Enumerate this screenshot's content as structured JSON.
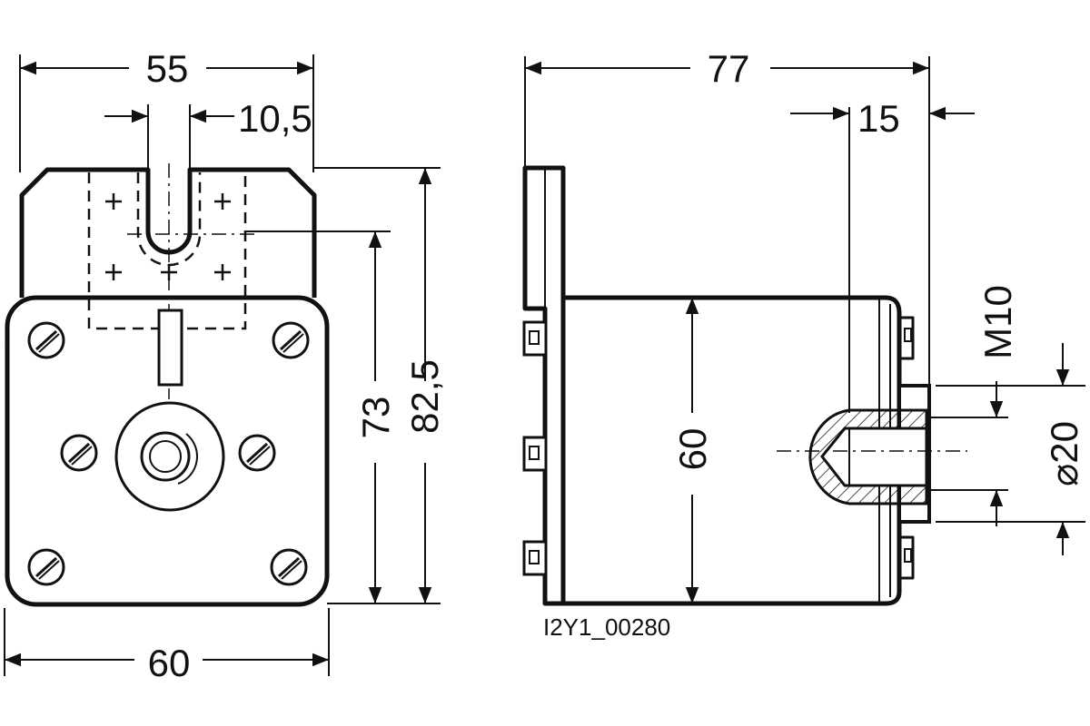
{
  "drawing": {
    "front_view": {
      "dim_width_top": "55",
      "dim_slot": "10,5",
      "dim_height_inner": "73",
      "dim_height_total": "82,5",
      "dim_width_bottom": "60"
    },
    "side_view": {
      "dim_length": "77",
      "dim_terminal": "15",
      "dim_body_height": "60",
      "dim_thread": "M10",
      "dim_diameter": "⌀20"
    },
    "drawing_code": "I2Y1_00280"
  }
}
